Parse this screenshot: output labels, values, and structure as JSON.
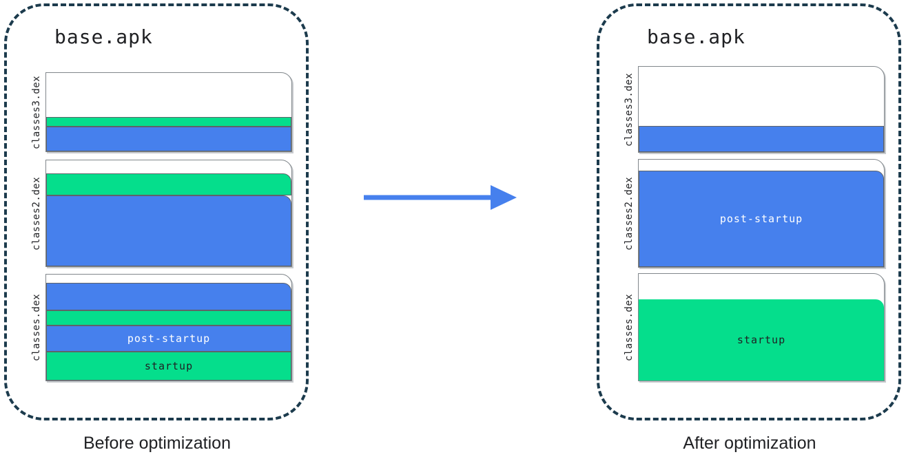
{
  "colors": {
    "blue": "#4680ED",
    "green": "#05DE8C",
    "dash_border": "#1C3B4D",
    "page_border": "#80868B",
    "block_border": "#5F6368",
    "text_dark": "#202124",
    "text_light": "#FFFFFF"
  },
  "arrow": {
    "icon": "right-arrow-icon",
    "direction": "right"
  },
  "before": {
    "title": "base.apk",
    "caption": "Before optimization",
    "files": [
      {
        "name": "classes3.dex",
        "height": 116,
        "gap": 11,
        "segments": [
          {
            "color": "white",
            "size": "fill"
          },
          {
            "color": "green",
            "size": 14
          },
          {
            "color": "blue",
            "size": 36
          }
        ]
      },
      {
        "name": "classes2.dex",
        "height": 156,
        "gap": 10,
        "segments": [
          {
            "color": "white",
            "size": 19
          },
          {
            "color": "green",
            "size": 32,
            "rounded": true
          },
          {
            "color": "blue",
            "size": "fill",
            "rounded": true
          }
        ]
      },
      {
        "name": "classes.dex",
        "height": 156,
        "gap": 0,
        "segments": [
          {
            "color": "white",
            "size": 12
          },
          {
            "color": "blue",
            "size": 40,
            "rounded": true
          },
          {
            "color": "green",
            "size": 22
          },
          {
            "color": "blue",
            "size": 38,
            "label": "post-startup",
            "text": "light"
          },
          {
            "color": "green",
            "size": "fill",
            "label": "startup",
            "text": "dark"
          }
        ]
      }
    ]
  },
  "after": {
    "title": "base.apk",
    "caption": "After optimization",
    "files": [
      {
        "name": "classes3.dex",
        "height": 126,
        "gap": 9,
        "segments": [
          {
            "color": "white",
            "size": "fill"
          },
          {
            "color": "blue",
            "size": 38
          }
        ]
      },
      {
        "name": "classes2.dex",
        "height": 158,
        "gap": 8,
        "segments": [
          {
            "color": "white",
            "size": 16
          },
          {
            "color": "blue",
            "size": "fill",
            "rounded": true,
            "label": "post-startup",
            "text": "light"
          }
        ]
      },
      {
        "name": "classes.dex",
        "height": 157,
        "gap": 0,
        "segments": [
          {
            "color": "white",
            "size": 37
          },
          {
            "color": "green",
            "size": "fill",
            "rounded": true,
            "borderless": true,
            "label": "startup",
            "text": "dark"
          }
        ]
      }
    ]
  }
}
